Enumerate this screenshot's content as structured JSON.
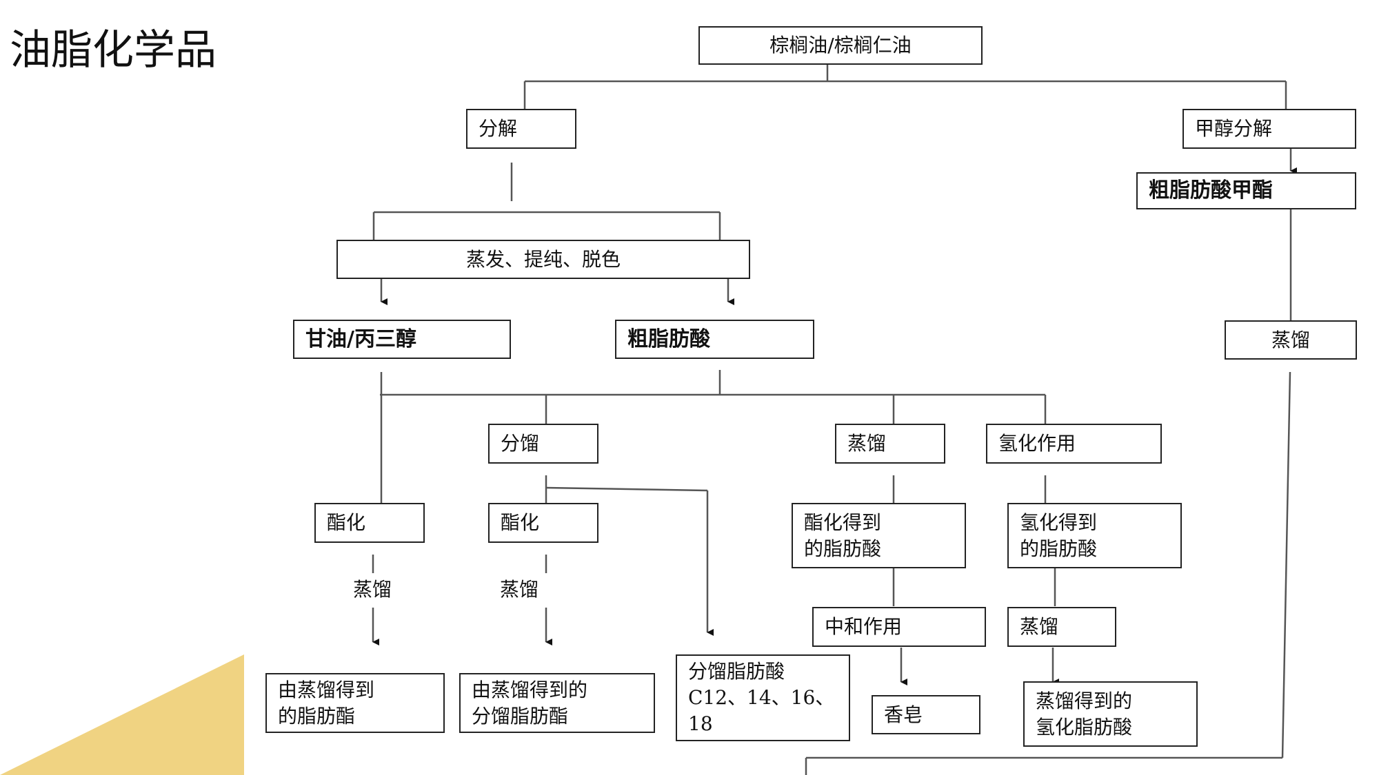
{
  "page": {
    "title": "油脂化学品",
    "accent_color": "#F0D382"
  },
  "nodes": {
    "source": "棕榈油/棕榈仁油",
    "split": "分解",
    "methanolysis": "甲醇分解",
    "crude_methyl_ester": "粗脂肪酸甲酯",
    "evaporate": "蒸发、提纯、脱色",
    "glycerol": "甘油/丙三醇",
    "crude_fatty_acid": "粗脂肪酸",
    "distill_right": "蒸馏",
    "fractionation": "分馏",
    "distill_mid": "蒸馏",
    "hydrogenation": "氢化作用",
    "esterify_left": "酯化",
    "esterify_mid": "酯化",
    "esterified_acid_l1": "酯化得到",
    "esterified_acid_l2": "的脂肪酸",
    "hydrogenated_acid_l1": "氢化得到",
    "hydrogenated_acid_l2": "的脂肪酸",
    "distill_label_left": "蒸馏",
    "distill_label_mid": "蒸馏",
    "neutralization": "中和作用",
    "distill_box": "蒸馏",
    "fractionated_acid_l1": "分馏脂肪酸",
    "fractionated_acid_l2": "C12、14、16、",
    "fractionated_acid_l3": "18",
    "distilled_ester_l1": "由蒸馏得到",
    "distilled_ester_l2": "的脂肪酯",
    "distilled_frac_ester_l1": "由蒸馏得到的",
    "distilled_frac_ester_l2": "分馏脂肪酯",
    "soap": "香皂",
    "distilled_hydro_acid_l1": "蒸馏得到的",
    "distilled_hydro_acid_l2": "氢化脂肪酸"
  }
}
